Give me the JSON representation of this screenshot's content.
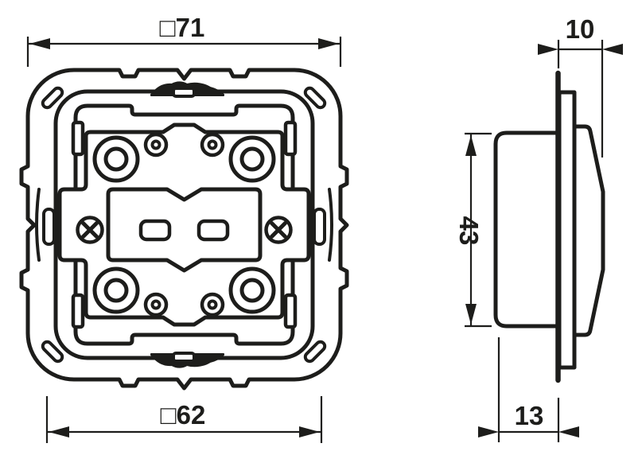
{
  "meta": {
    "kind": "technical-dimension-drawing",
    "views": [
      "front-view",
      "side-view"
    ]
  },
  "colors": {
    "background": "#ffffff",
    "line": "#1d1d1b"
  },
  "front_view": {
    "dim_outer_width": "□71",
    "dim_inner_width": "□62"
  },
  "side_view": {
    "dim_frame_depth": "10",
    "dim_insert_height": "43",
    "dim_insert_depth": "13"
  }
}
